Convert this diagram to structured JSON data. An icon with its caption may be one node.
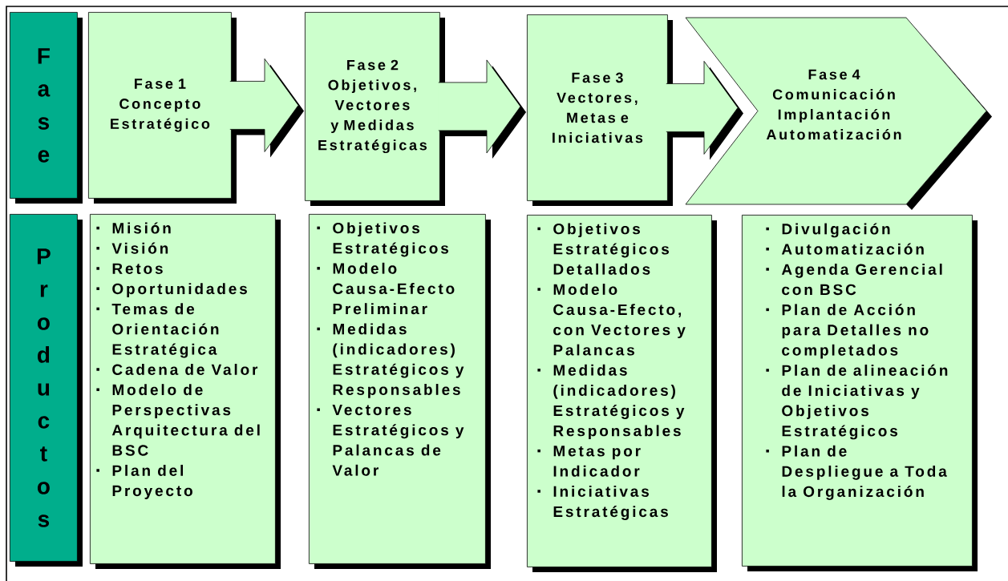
{
  "diagram": {
    "nodes": [
      {
        "text": [
          "Fase"
        ]
      },
      {
        "text": [
          "Fase 1",
          "Concepto Estratégico"
        ]
      },
      {
        "text": [
          "Fase 2",
          "Objetivos, Vectores y Medidas Estratégicas"
        ]
      },
      {
        "text": [
          "Fase 3",
          "Vectores, Metas e Iniciativas"
        ]
      },
      {
        "text": [
          "Fase 4",
          "Comunicación Implantación Automatización"
        ]
      },
      {
        "text": [
          "Productos"
        ]
      },
      {
        "text": [
          "Misión",
          "Visión",
          "Retos",
          "Oportunidades",
          "Temas de Orientación Estratégica",
          "Cadena de Valor",
          "Modelo de Perspectivas Arquitectura del BSC",
          "Plan del Proyecto"
        ]
      },
      {
        "text": [
          "Objetivos Estratégicos",
          "Modelo Causa-Efecto Preliminar",
          "Medidas (indicadores) Estratégicos y Responsables",
          "Vectores Estratégicos y Palancas de Valor"
        ]
      },
      {
        "text": [
          "Objetivos Estratégicos Detallados",
          "Modelo Causa-Efecto, con Vectores y Palancas",
          "Medidas (indicadores) Estratégicos y Responsables",
          "Metas por Indicador",
          "Iniciativas Estratégicas"
        ]
      },
      {
        "text": [
          "Divulgación",
          "Automatización",
          "Agenda Gerencial con BSC",
          "Plan de Acción para Detalles no completados",
          "Plan de alineación de Iniciativas y Objetivos Estratégicos",
          "Plan de Despliegue a Toda la Organización"
        ]
      }
    ],
    "edges": [
      {
        "from": 1,
        "to": 2,
        "arrow": "to"
      },
      {
        "from": 2,
        "to": 3,
        "arrow": "to"
      },
      {
        "from": 3,
        "to": 4,
        "arrow": "to"
      }
    ]
  }
}
